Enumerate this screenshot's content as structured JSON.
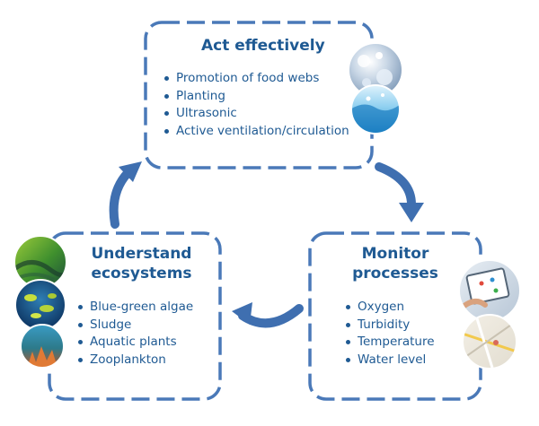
{
  "colors": {
    "accent": "#1f5a93",
    "box_border": "#4a79b8",
    "arrow": "#3f6fb0"
  },
  "boxes": {
    "top": {
      "title": "Act effectively",
      "items": [
        "Promotion of food webs",
        "Planting",
        "Ultrasonic",
        "Active ventilation/circulation"
      ]
    },
    "left": {
      "title_line1": "Understand",
      "title_line2": "ecosystems",
      "items": [
        "Blue-green algae",
        "Sludge",
        "Aquatic plants",
        "Zooplankton"
      ]
    },
    "right": {
      "title_line1": "Monitor",
      "title_line2": "processes",
      "items": [
        "Oxygen",
        "Turbidity",
        "Temperature",
        "Water level"
      ]
    }
  },
  "images": {
    "top": [
      "water-drops-photo",
      "water-splash-photo"
    ],
    "left": [
      "algae-pond-photo",
      "aquatic-plants-photo",
      "coral-reef-photo"
    ],
    "right": [
      "tablet-monitoring-photo",
      "map-view-photo"
    ]
  }
}
